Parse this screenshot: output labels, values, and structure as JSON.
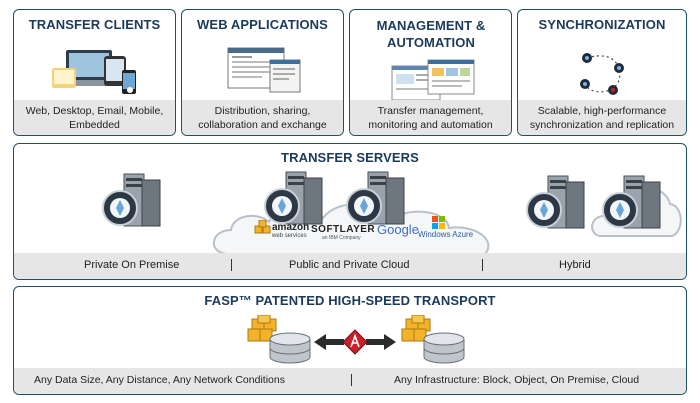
{
  "top_boxes": [
    {
      "title": "TRANSFER CLIENTS",
      "caption": "Web, Desktop, Email, Mobile, Embedded"
    },
    {
      "title": "WEB APPLICATIONS",
      "caption": "Distribution, sharing, collaboration and exchange"
    },
    {
      "title": "MANAGEMENT & AUTOMATION",
      "caption": "Transfer management, monitoring and automation"
    },
    {
      "title": "SYNCHRONIZATION",
      "caption": "Scalable, high-performance synchronization and replication"
    }
  ],
  "servers": {
    "title": "TRANSFER SERVERS",
    "captions": [
      "Private On Premise",
      "Public and Private Cloud",
      "Hybrid"
    ],
    "cloud_logos": {
      "amazon": "amazon",
      "amazon_sub": "web services",
      "softlayer": "SOFTLAYER",
      "softlayer_sub": "an IBM Company",
      "google": "Google",
      "azure": "Windows Azure"
    }
  },
  "transport": {
    "title": "FASP™ PATENTED HIGH-SPEED TRANSPORT",
    "captions": [
      "Any Data Size, Any Distance, Any Network Conditions",
      "Any Infrastructure: Block, Object, On Premise, Cloud"
    ]
  },
  "colors": {
    "border": "#1f4f6e",
    "title": "#1b3a5c",
    "caption_bg": "#e6e6e6",
    "accent_red": "#c8202a",
    "arrow": "#2b2b2b",
    "gold": "#f2b22a"
  }
}
